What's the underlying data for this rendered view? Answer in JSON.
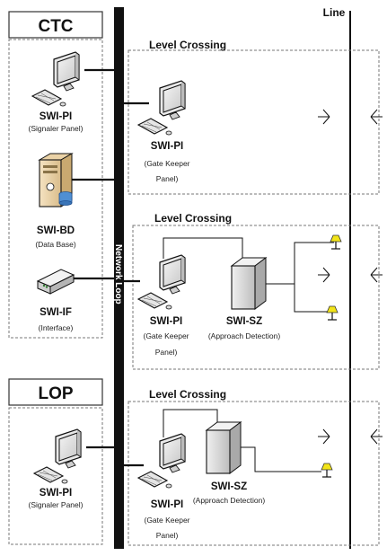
{
  "ctc": {
    "title": "CTC"
  },
  "lop": {
    "title": "LOP"
  },
  "line_label": "Line",
  "network_label": "Network Loop",
  "ctc_devices": {
    "signaler_panel": {
      "name": "SWI-PI",
      "desc": "(Signaler Panel)"
    },
    "data_base": {
      "name": "SWI-BD",
      "desc": "(Data Base)"
    },
    "interface": {
      "name": "SWI-IF",
      "desc": "(Interface)"
    }
  },
  "lop_devices": {
    "signaler_panel": {
      "name": "SWI-PI",
      "desc": "(Signaler Panel)"
    }
  },
  "crossings": [
    {
      "title": "Level Crossing",
      "gatekeeper": {
        "name": "SWI-PI",
        "desc_line1": "(Gate Keeper",
        "desc_line2": "Panel)"
      }
    },
    {
      "title": "Level Crossing",
      "gatekeeper": {
        "name": "SWI-PI",
        "desc_line1": "(Gate Keeper",
        "desc_line2": "Panel)"
      },
      "approach": {
        "name": "SWI-SZ",
        "desc": "(Approach Detection)"
      }
    },
    {
      "title": "Level Crossing",
      "gatekeeper": {
        "name": "SWI-PI",
        "desc_line1": "(Gate Keeper",
        "desc_line2": "Panel)"
      },
      "approach": {
        "name": "SWI-SZ",
        "desc": "(Approach Detection)"
      }
    }
  ]
}
